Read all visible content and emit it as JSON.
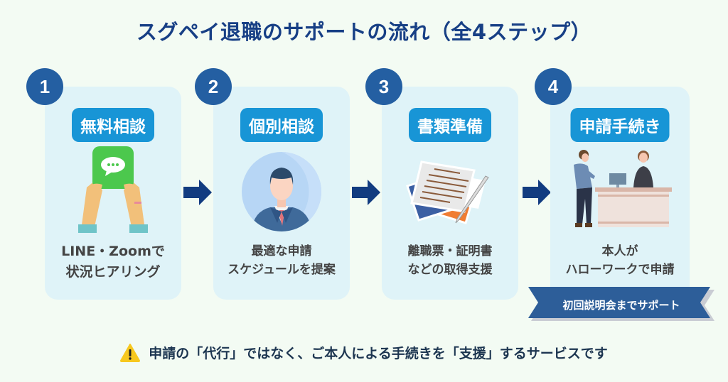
{
  "title": "スグペイ退職のサポートの流れ（全4ステップ）",
  "colors": {
    "title": "#173f85",
    "step_number_bg": "#245fa2",
    "label_bg": "#1895d6",
    "card_bg": "#dff3f8",
    "arrow": "#123c80",
    "ribbon": "#2d5e99",
    "warning": "#f7c81e"
  },
  "steps": [
    {
      "number": "1",
      "label": "無料相談",
      "desc_line1": "LINE・Zoomで",
      "desc_line2": "状況ヒアリング",
      "icon": "line-chat-phone-icon"
    },
    {
      "number": "2",
      "label": "個別相談",
      "desc_line1": "最適な申請",
      "desc_line2": "スケジュールを提案",
      "icon": "consultant-avatar-icon"
    },
    {
      "number": "3",
      "label": "書類準備",
      "desc_line1": "離職票・証明書",
      "desc_line2": "などの取得支援",
      "icon": "documents-icon"
    },
    {
      "number": "4",
      "label": "申請手続き",
      "desc_line1": "本人が",
      "desc_line2": "ハローワークで申請",
      "icon": "service-counter-icon"
    }
  ],
  "ribbon": "初回説明会までサポート",
  "notice": {
    "icon": "warning-icon",
    "text": "申請の「代行」ではなく、ご本人による手続きを「支援」するサービスです"
  }
}
